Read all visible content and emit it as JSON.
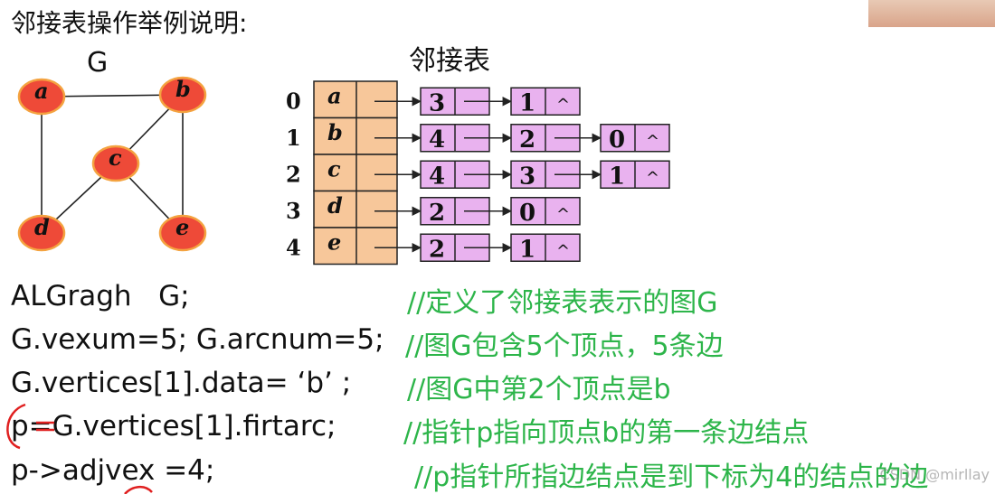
{
  "title": "邻接表操作举例说明:",
  "graph": {
    "label": "G",
    "vertices": [
      {
        "id": "a"
      },
      {
        "id": "b"
      },
      {
        "id": "c"
      },
      {
        "id": "d"
      },
      {
        "id": "e"
      }
    ],
    "edges": [
      [
        "a",
        "b"
      ],
      [
        "a",
        "d"
      ],
      [
        "b",
        "c"
      ],
      [
        "b",
        "e"
      ],
      [
        "c",
        "d"
      ],
      [
        "c",
        "e"
      ]
    ],
    "colors": {
      "node_fill": "#ee4a38",
      "node_stroke": "#f4a340",
      "edge": "#222222"
    }
  },
  "adjacency": {
    "label": "邻接表",
    "rows": [
      {
        "index": "0",
        "vertex": "a",
        "nodes": [
          "3",
          "1"
        ]
      },
      {
        "index": "1",
        "vertex": "b",
        "nodes": [
          "4",
          "2",
          "0"
        ]
      },
      {
        "index": "2",
        "vertex": "c",
        "nodes": [
          "4",
          "3",
          "1"
        ]
      },
      {
        "index": "3",
        "vertex": "d",
        "nodes": [
          "2",
          "0"
        ]
      },
      {
        "index": "4",
        "vertex": "e",
        "nodes": [
          "2",
          "1"
        ]
      }
    ],
    "null_symbol": "^",
    "colors": {
      "header_fill": "#f7c79a",
      "node_fill": "#e9b2ef",
      "border": "#222222"
    }
  },
  "code": [
    {
      "code": "ALGragh   G;",
      "comment": "//定义了邻接表表示的图G"
    },
    {
      "code": "G.vexum=5; G.arcnum=5;",
      "comment": "//图G包含5个顶点，5条边"
    },
    {
      "code": "G.vertices[1].data= ‘b’ ;",
      "comment": "//图G中第2个顶点是b"
    },
    {
      "code": "p=G.vertices[1].firtarc;",
      "comment": "//指针p指向顶点b的第一条边结点"
    },
    {
      "code": "p->adjvex =4;",
      "comment": "//p指针所指边结点是到下标为4的结点的边"
    }
  ],
  "colors": {
    "comment": "#2db54a",
    "annotation": "#e02020"
  },
  "watermark": "CSDN @mirllay"
}
